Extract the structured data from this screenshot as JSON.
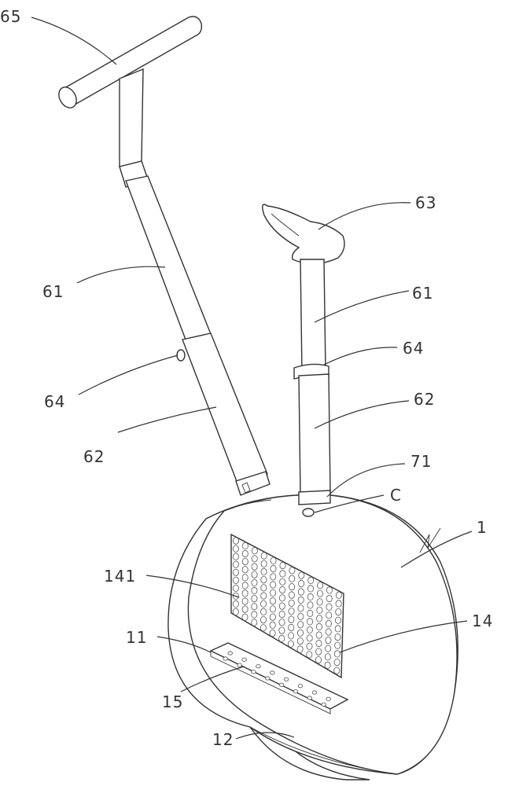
{
  "labels": {
    "l65": "65",
    "l63": "63",
    "l61_left": "61",
    "l61_right": "61",
    "l64_left": "64",
    "l64_right": "64",
    "l62_left": "62",
    "l62_right": "62",
    "l71": "71",
    "lC": "C",
    "l1": "1",
    "l141": "141",
    "l14": "14",
    "l11": "11",
    "l15": "15",
    "l12": "12"
  }
}
